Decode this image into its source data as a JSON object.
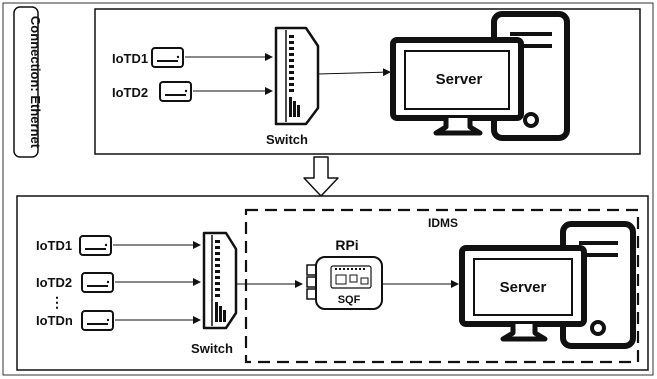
{
  "side_label": "Connection: Ethernet",
  "top": {
    "devices": [
      "IoTD1",
      "IoTD2"
    ],
    "switch_label": "Switch",
    "server_label": "Server"
  },
  "bottom": {
    "devices": [
      "IoTD1",
      "IoTD2",
      "IoTDn"
    ],
    "ellipsis": "⋮",
    "switch_label": "Switch",
    "idms_label": "IDMS",
    "rpi_label": "RPi",
    "sqf_label": "SQF",
    "server_label": "Server"
  }
}
